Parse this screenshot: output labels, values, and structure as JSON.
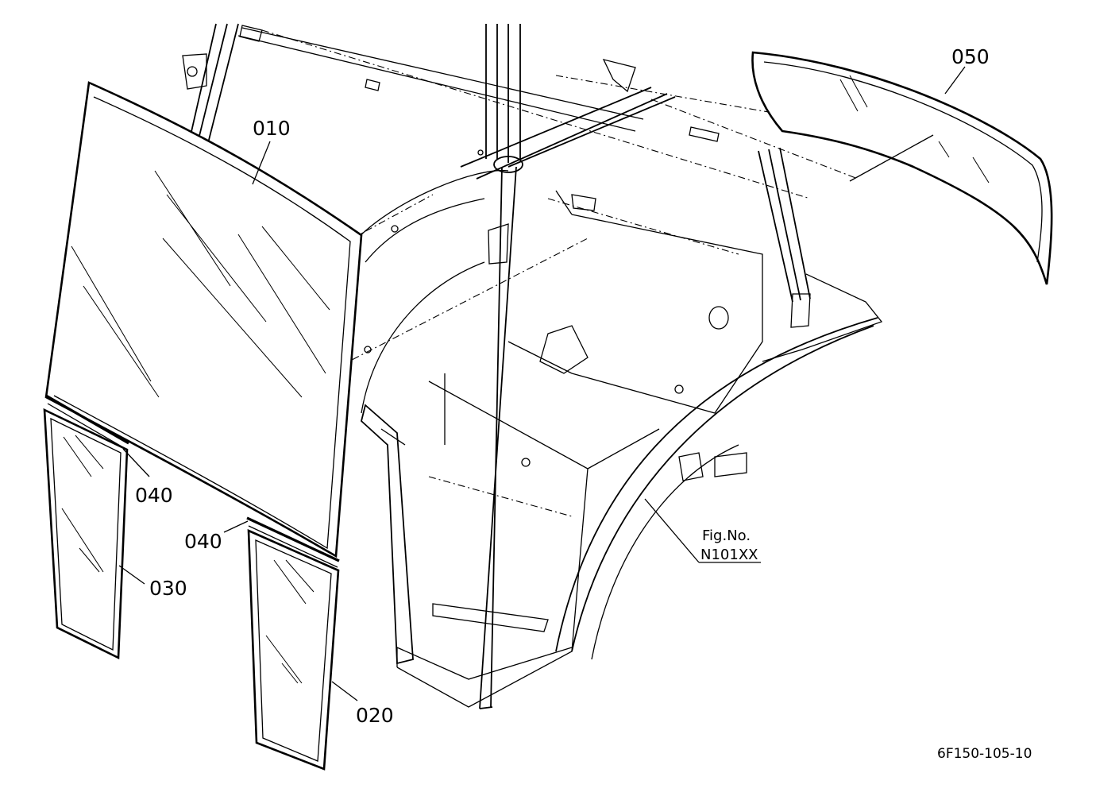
{
  "callouts": {
    "p010": "010",
    "p020": "020",
    "p030": "030",
    "p040a": "040",
    "p040b": "040",
    "p050": "050"
  },
  "fig_ref": {
    "line1": "Fig.No.",
    "line2": "N101XX"
  },
  "drawing_code": "6F150-105-10"
}
